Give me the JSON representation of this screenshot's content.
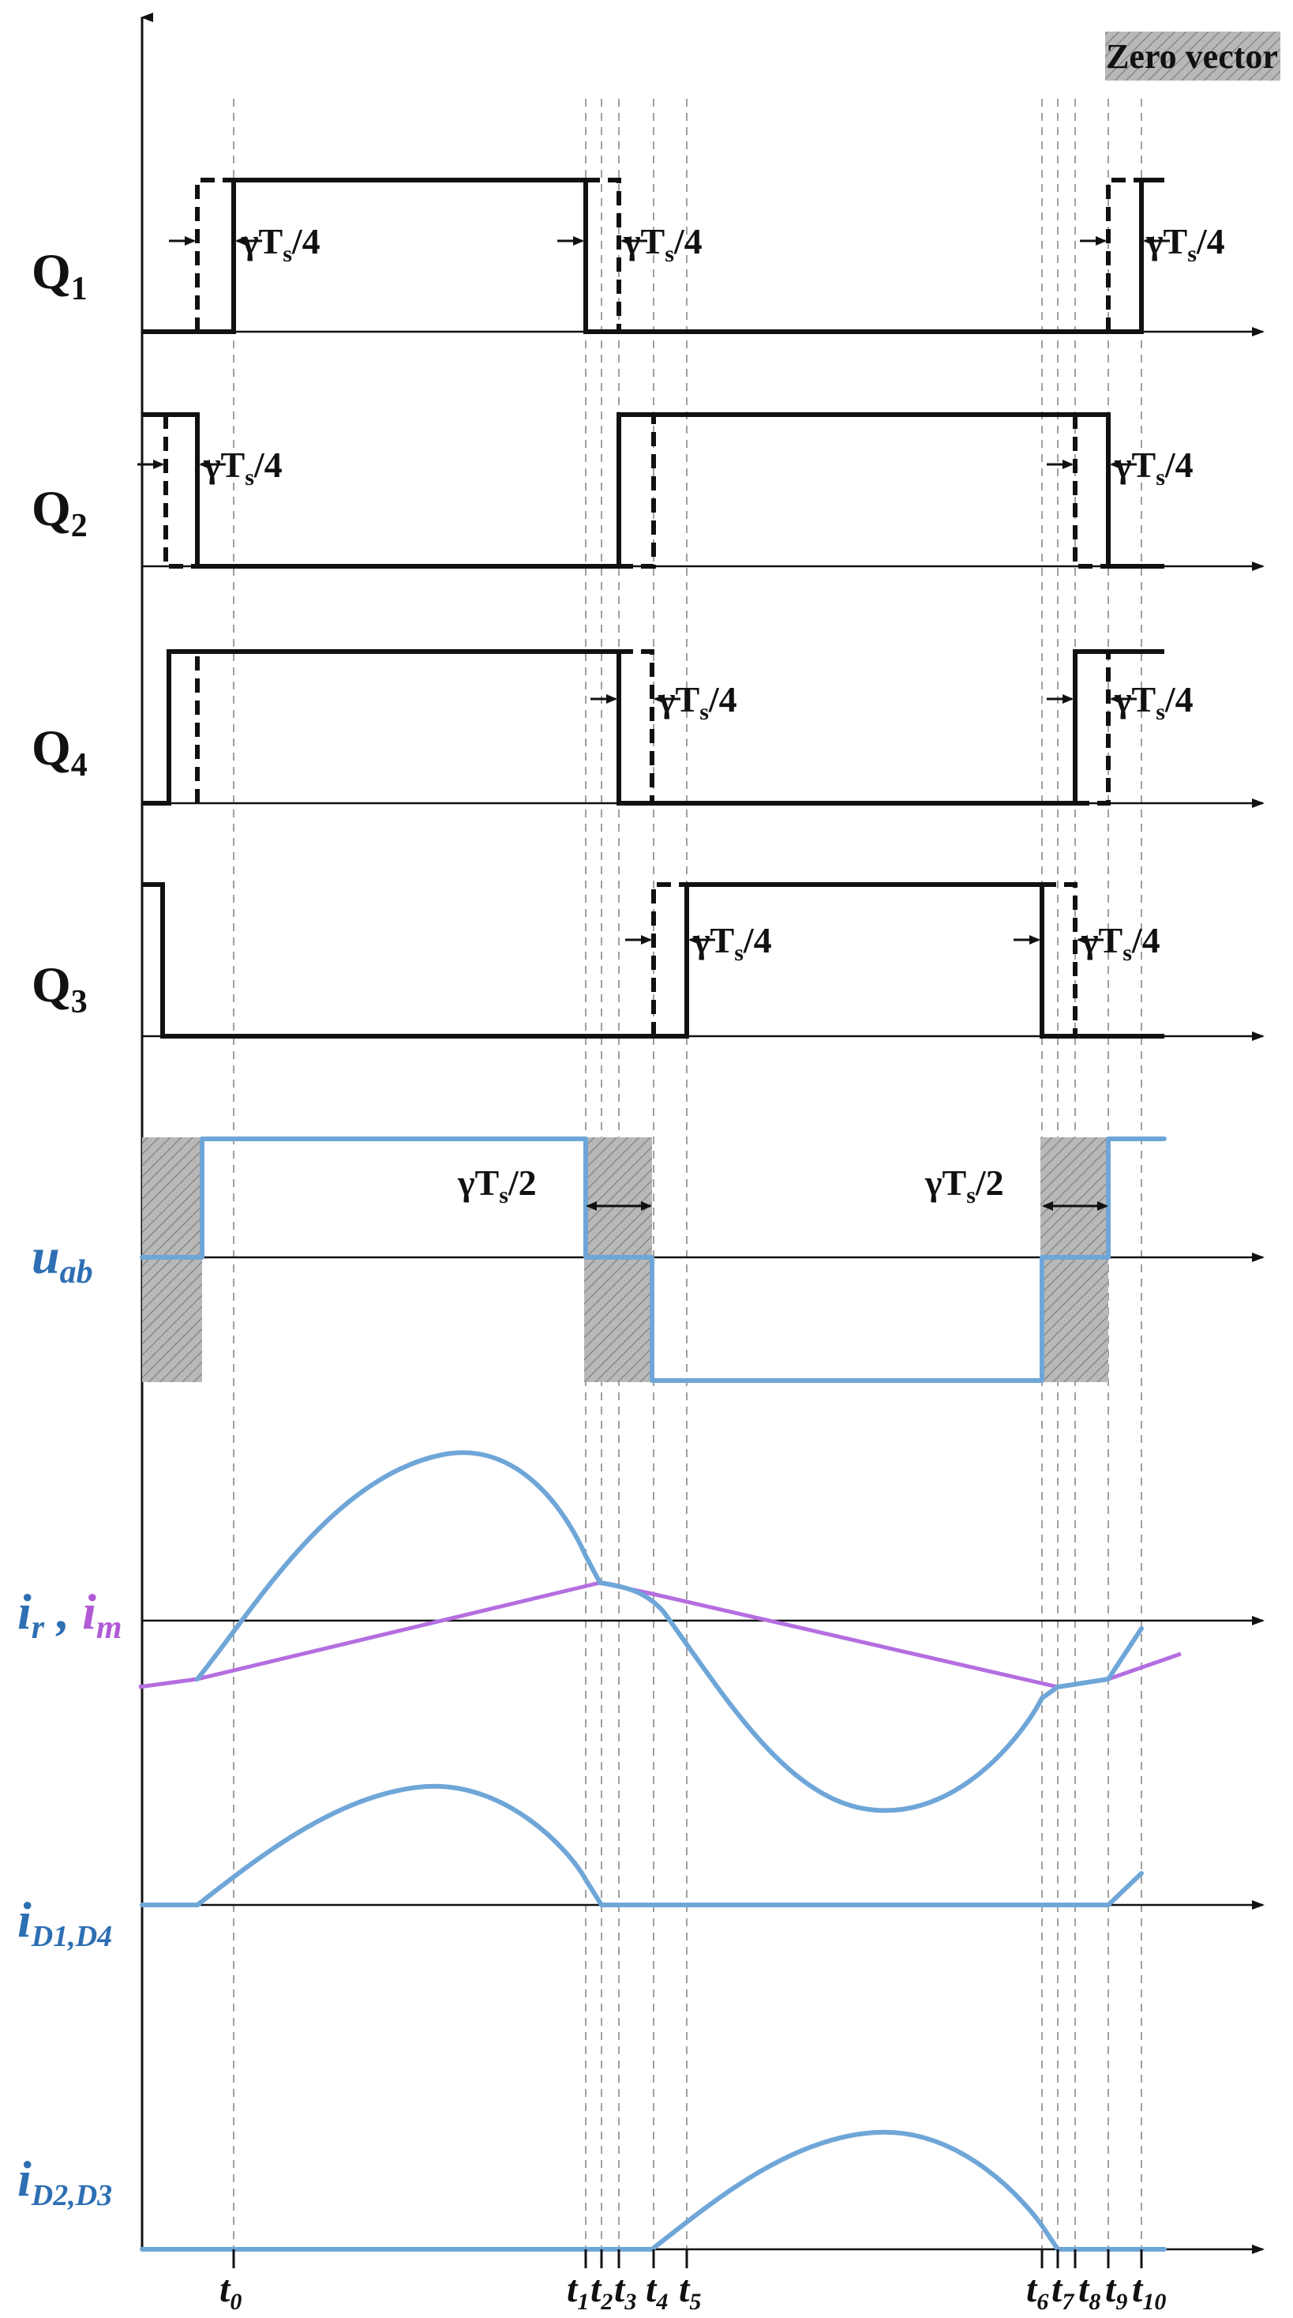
{
  "legend": {
    "zero_vector_label": "Zero vector"
  },
  "signals": {
    "q1": {
      "name": "Q",
      "sub": "1"
    },
    "q2": {
      "name": "Q",
      "sub": "2"
    },
    "q4": {
      "name": "Q",
      "sub": "4"
    },
    "q3": {
      "name": "Q",
      "sub": "3"
    },
    "uab": {
      "name": "u",
      "sub": "ab"
    },
    "ir": {
      "name": "i",
      "sub": "r",
      "sep": " , "
    },
    "im": {
      "name": "i",
      "sub": "m"
    },
    "id14": {
      "name": "i",
      "sub": "D1,D4"
    },
    "id23": {
      "name": "i",
      "sub": "D2,D3"
    }
  },
  "annotations": {
    "quarter": {
      "prefix": "γT",
      "sub": "s",
      "suffix": "/4"
    },
    "half": {
      "prefix": "γT",
      "sub": "s",
      "suffix": "/2"
    }
  },
  "time_labels": [
    {
      "name": "t",
      "sub": "0"
    },
    {
      "name": "t",
      "sub": "1"
    },
    {
      "name": "t",
      "sub": "2"
    },
    {
      "name": "t",
      "sub": "3"
    },
    {
      "name": "t",
      "sub": "4"
    },
    {
      "name": "t",
      "sub": "5"
    },
    {
      "name": "t",
      "sub": "6"
    },
    {
      "name": "t",
      "sub": "7"
    },
    {
      "name": "t",
      "sub": "8"
    },
    {
      "name": "t",
      "sub": "9"
    },
    {
      "name": "t",
      "sub": "10"
    }
  ],
  "colors": {
    "black": "#111111",
    "blue": "#6fa6d8",
    "purple": "#b46ee0",
    "guide": "#a0a0a0",
    "hatch": "#9a9a9a"
  }
}
